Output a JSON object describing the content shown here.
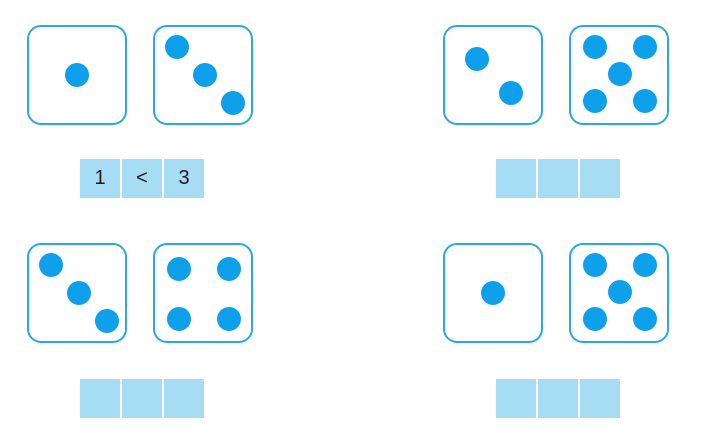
{
  "exercises": [
    {
      "left_pips": 1,
      "right_pips": 3,
      "answer": [
        "1",
        "<",
        "3"
      ]
    },
    {
      "left_pips": 2,
      "right_pips": 5,
      "answer": [
        "",
        "",
        ""
      ]
    },
    {
      "left_pips": 3,
      "right_pips": 4,
      "answer": [
        "",
        "",
        ""
      ]
    },
    {
      "left_pips": 1,
      "right_pips": 5,
      "answer": [
        "",
        "",
        ""
      ]
    }
  ],
  "colors": {
    "die_border": "#29a9e6",
    "pip": "#0ea0ea",
    "answer_cell": "#a7dcf5"
  }
}
